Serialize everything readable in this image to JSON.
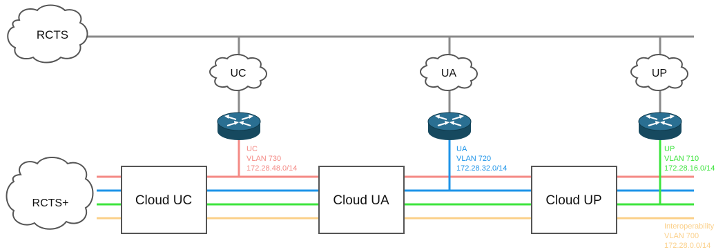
{
  "colors": {
    "uc": "#f48a85",
    "ua": "#1e94e8",
    "up": "#3de43d",
    "interop": "#fbd08a",
    "router": "#1f5f82",
    "trunk": "#8a8a8a"
  },
  "clouds": {
    "rcts": "RCTS",
    "rcts_plus": "RCTS+",
    "uc": "UC",
    "ua": "UA",
    "up": "UP"
  },
  "boxes": {
    "cloud_uc": "Cloud UC",
    "cloud_ua": "Cloud UA",
    "cloud_up": "Cloud UP"
  },
  "vlans": {
    "uc": {
      "name": "UC",
      "vlan": "VLAN 730",
      "subnet": "172.28.48.0/14"
    },
    "ua": {
      "name": "UA",
      "vlan": "VLAN 720",
      "subnet": "172.28.32.0/14"
    },
    "up": {
      "name": "UP",
      "vlan": "VLAN 710",
      "subnet": "172.28.16.0/14"
    },
    "interop": {
      "name": "Interoperability",
      "vlan": "VLAN 700",
      "subnet": "172.28.0.0/14"
    }
  },
  "icons": {
    "router": "router-icon",
    "cloud": "cloud-icon"
  }
}
